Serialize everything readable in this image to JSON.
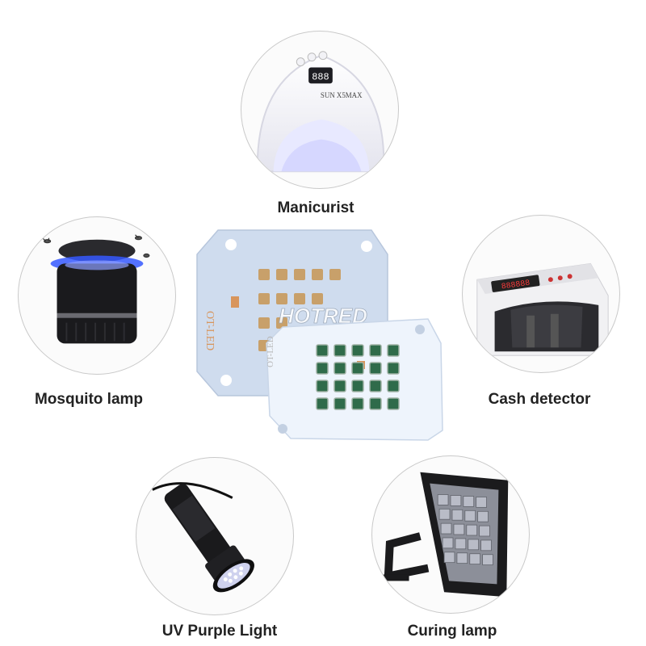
{
  "applications": [
    {
      "id": "manicurist",
      "label": "Manicurist",
      "icon": "nail-lamp-icon"
    },
    {
      "id": "mosquito",
      "label": "Mosquito lamp",
      "icon": "mosquito-lamp-icon"
    },
    {
      "id": "cash",
      "label": "Cash detector",
      "icon": "cash-counter-icon"
    },
    {
      "id": "uv",
      "label": "UV Purple Light",
      "icon": "uv-flashlight-icon"
    },
    {
      "id": "curing",
      "label": "Curing lamp",
      "icon": "floodlight-icon"
    }
  ],
  "product": {
    "watermark": "HOTRED",
    "pcb_back_marking": "OT-LED",
    "pcb_front_marking": "OT-LED",
    "nail_lamp_brand": "SUN X5MAX",
    "nail_lamp_display": "888",
    "cash_display": "888888"
  },
  "colors": {
    "led_green": "#2f6b4a",
    "pcb_white": "#e9f1fb",
    "pad_copper": "#d8955c",
    "uv_glow": "#4a58ff"
  }
}
